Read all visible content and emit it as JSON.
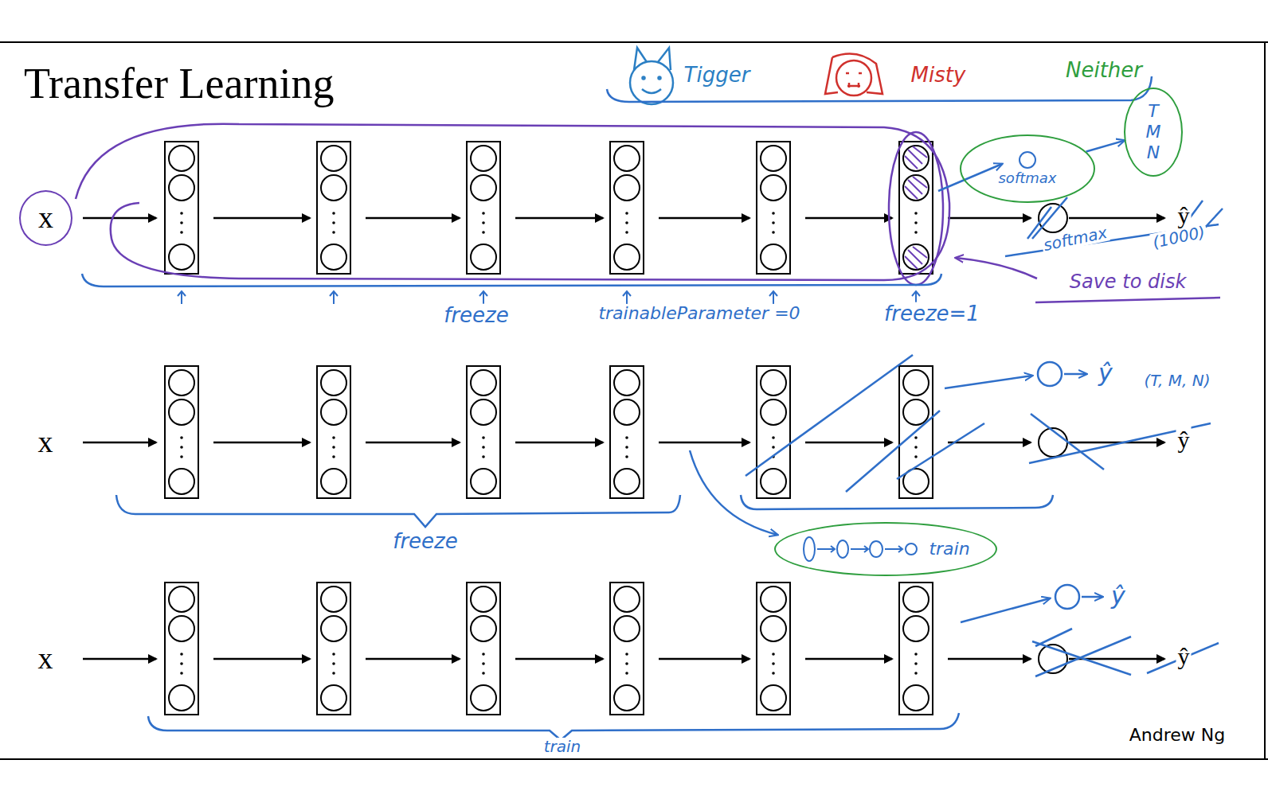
{
  "diagram": {
    "title": "Transfer Learning",
    "nodes": [
      {
        "text": [
          "x"
        ]
      },
      {
        "text": [
          "softmax"
        ]
      },
      {
        "text": [
          "T",
          "M",
          "N"
        ]
      },
      {
        "text": [
          "train"
        ]
      }
    ],
    "edges": [
      {
        "from": 1,
        "to": 2,
        "arrow": "to"
      }
    ],
    "labels": [
      "Tigger",
      "Misty",
      "Neither",
      "softmax",
      "(1000)",
      "ŷ",
      "Save to disk",
      "freeze",
      "trainableParameter =0",
      "freeze=1",
      "x",
      "ŷ",
      "(T, M, N)",
      "ŷ",
      "freeze",
      "x",
      "ŷ",
      "ŷ",
      "train",
      "Andrew Ng"
    ]
  }
}
